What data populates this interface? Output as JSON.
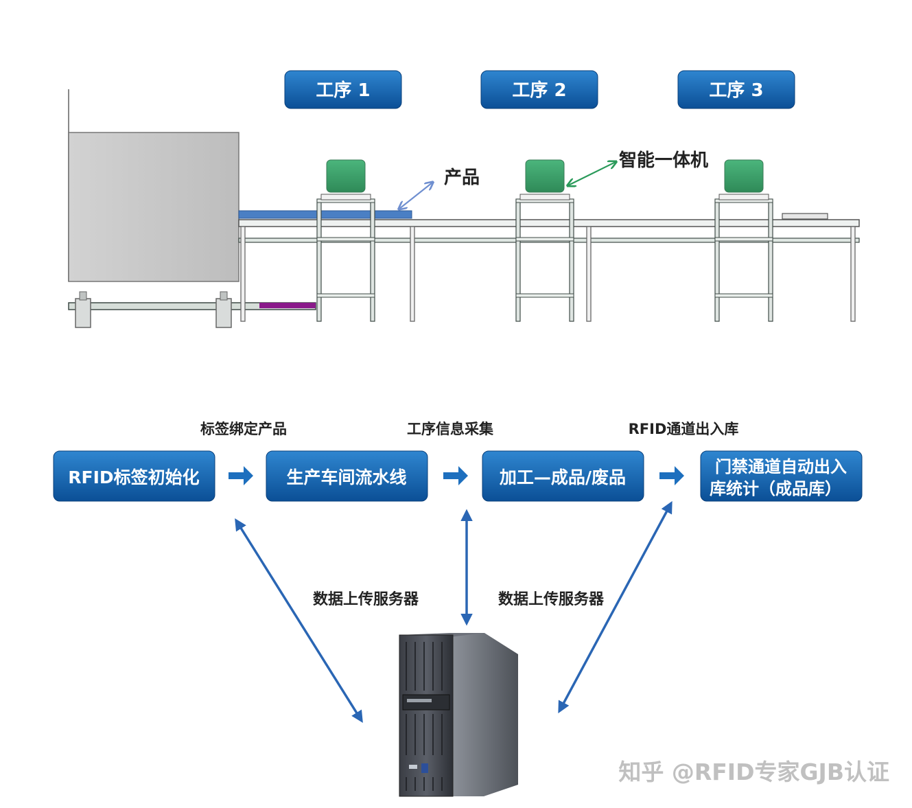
{
  "colors": {
    "box_fill_top": "#2f86d0",
    "box_fill_bottom": "#0b4f96",
    "box_text": "#ffffff",
    "connector_arrow": "#1d6fbe",
    "upload_arrow": "#2a66b4",
    "monitor_green": "#3aa06a",
    "monitor_pointer": "#2a9a5a",
    "product_pointer": "#6f8fd0",
    "product_tray": "#4a7fc4",
    "purple_link": "#8a1a8a",
    "machine_gray": "#c8c8c8",
    "frame_dark": "#3e4a46",
    "label_text": "#222222",
    "watermark_text": "#c0c0c0"
  },
  "processes": [
    {
      "label": "工序 1"
    },
    {
      "label": "工序 2"
    },
    {
      "label": "工序 3"
    }
  ],
  "production_line": {
    "product_label": "产品",
    "terminal_label": "智能一体机"
  },
  "flow": {
    "steps": [
      {
        "label": "RFID标签初始化",
        "icon": "tag-init-box"
      },
      {
        "label": "生产车间流水线",
        "icon": "assembly-line-box"
      },
      {
        "label": "加工—成品/废品",
        "icon": "processing-box"
      },
      {
        "label_line1": "门禁通道自动出入",
        "label_line2": "库统计（成品库）",
        "icon": "gate-channel-box"
      }
    ],
    "step_captions": [
      {
        "label": "标签绑定产品"
      },
      {
        "label": "工序信息采集"
      },
      {
        "label": "RFID通道出入库"
      }
    ],
    "arrow_icon": "right-arrow-icon"
  },
  "upload": {
    "left_label": "数据上传服务器",
    "right_label": "数据上传服务器",
    "server_icon": "server-tower-icon"
  },
  "watermark": {
    "text": "知乎 @RFID专家GJB认证"
  }
}
